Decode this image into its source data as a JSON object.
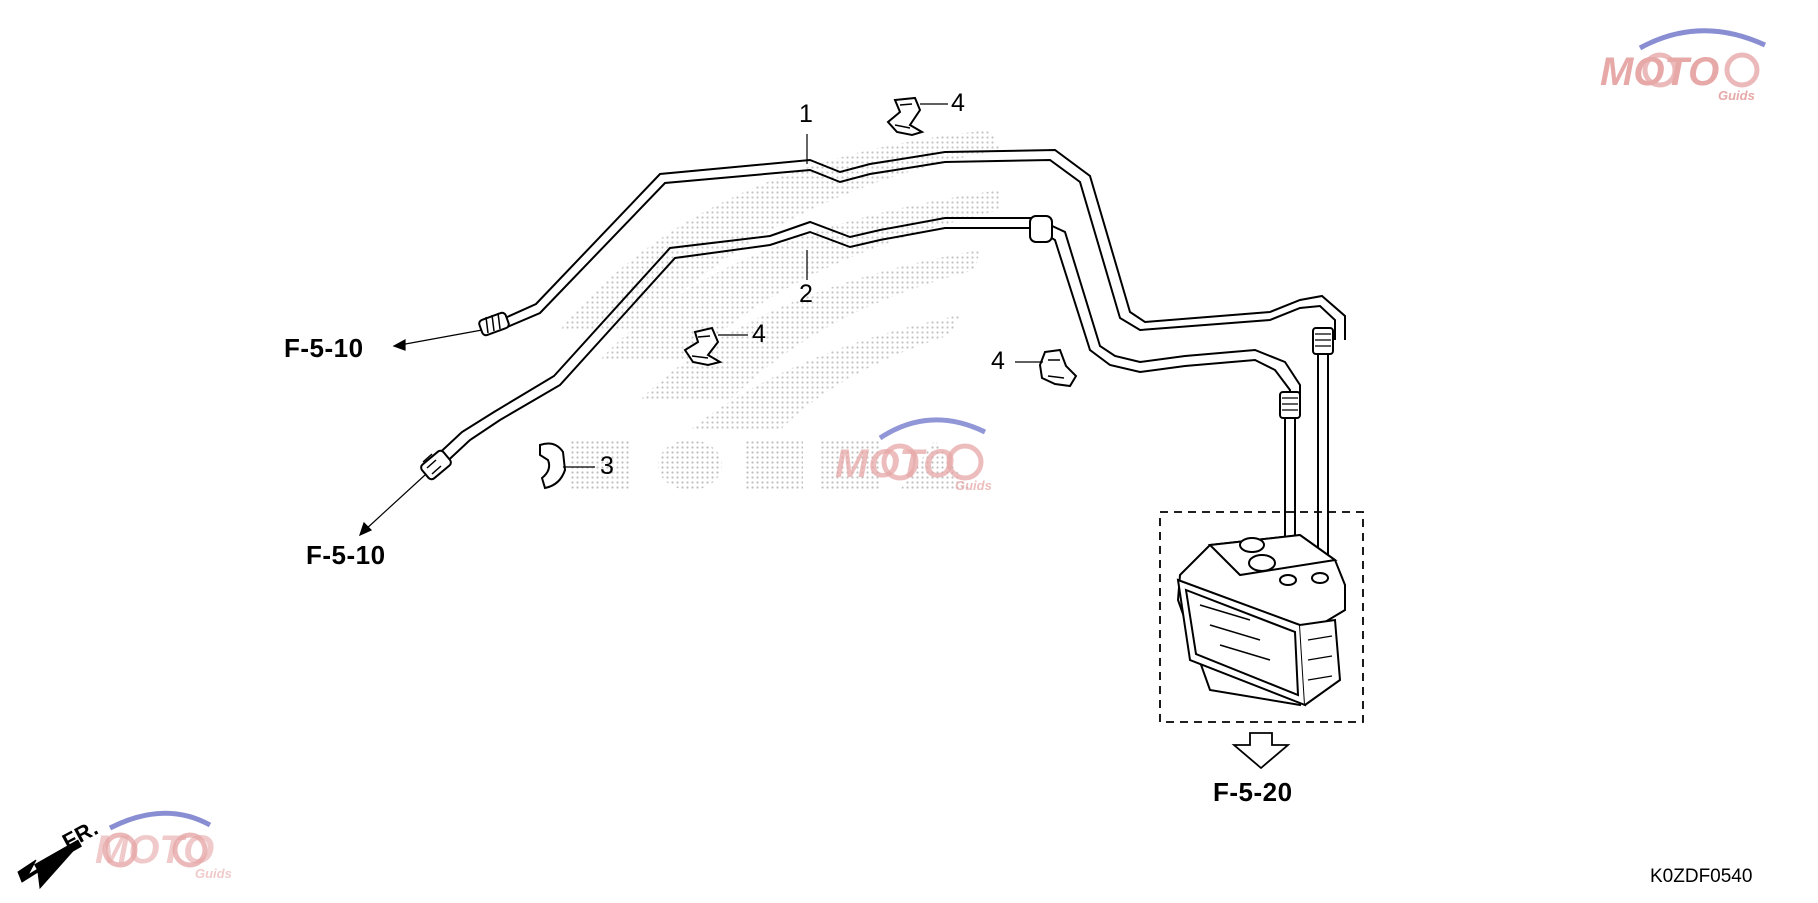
{
  "callouts": {
    "part_1": "1",
    "part_2": "2",
    "part_3": "3",
    "part_4_top": "4",
    "part_4_mid": "4",
    "part_4_right": "4"
  },
  "references": {
    "upper_left": "F-5-10",
    "lower_left": "F-5-10",
    "modulator": "F-5-20"
  },
  "front_indicator": "FR.",
  "diagram_code": "K0ZDF0540",
  "watermark": {
    "brand": "MOTO",
    "sub": "Guids",
    "stipple_logo": "HONDA"
  },
  "colors": {
    "line": "#000000",
    "watermark_red": "#d9534f",
    "watermark_blue": "#6c73c9",
    "stipple": "#c8c8c8"
  }
}
